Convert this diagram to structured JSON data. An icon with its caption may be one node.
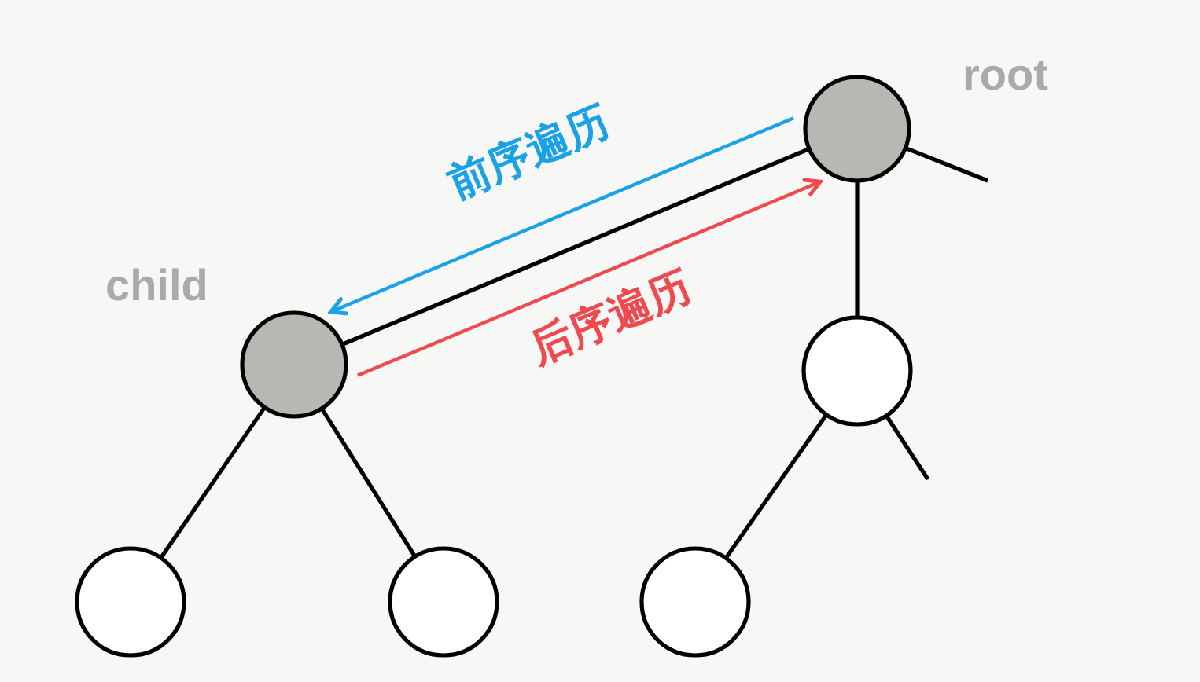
{
  "diagram": {
    "nodes": [
      {
        "text": [],
        "shape": "circle",
        "beside": [
          "root"
        ]
      },
      {
        "text": [],
        "shape": "circle",
        "beside": [
          "child"
        ]
      },
      {
        "text": [],
        "shape": "circle"
      },
      {
        "text": [],
        "shape": "circle"
      },
      {
        "text": [],
        "shape": "circle"
      },
      {
        "text": [],
        "shape": "circle"
      }
    ],
    "edges": [
      {
        "from": 0,
        "to": 1,
        "arrow": "none"
      },
      {
        "from": 0,
        "to": 1,
        "arrow": "to",
        "label": "前序遍历",
        "color": "#1ba1e6"
      },
      {
        "from": 1,
        "to": 0,
        "arrow": "to",
        "label": "后序遍历",
        "color": "#ee4a4f"
      },
      {
        "from": 0,
        "to": null,
        "arrow": "none"
      },
      {
        "from": 0,
        "to": 2,
        "arrow": "none"
      },
      {
        "from": 1,
        "to": 3,
        "arrow": "none"
      },
      {
        "from": 1,
        "to": 4,
        "arrow": "none"
      },
      {
        "from": 2,
        "to": 5,
        "arrow": "none"
      },
      {
        "from": 2,
        "to": null,
        "arrow": "none"
      }
    ]
  }
}
